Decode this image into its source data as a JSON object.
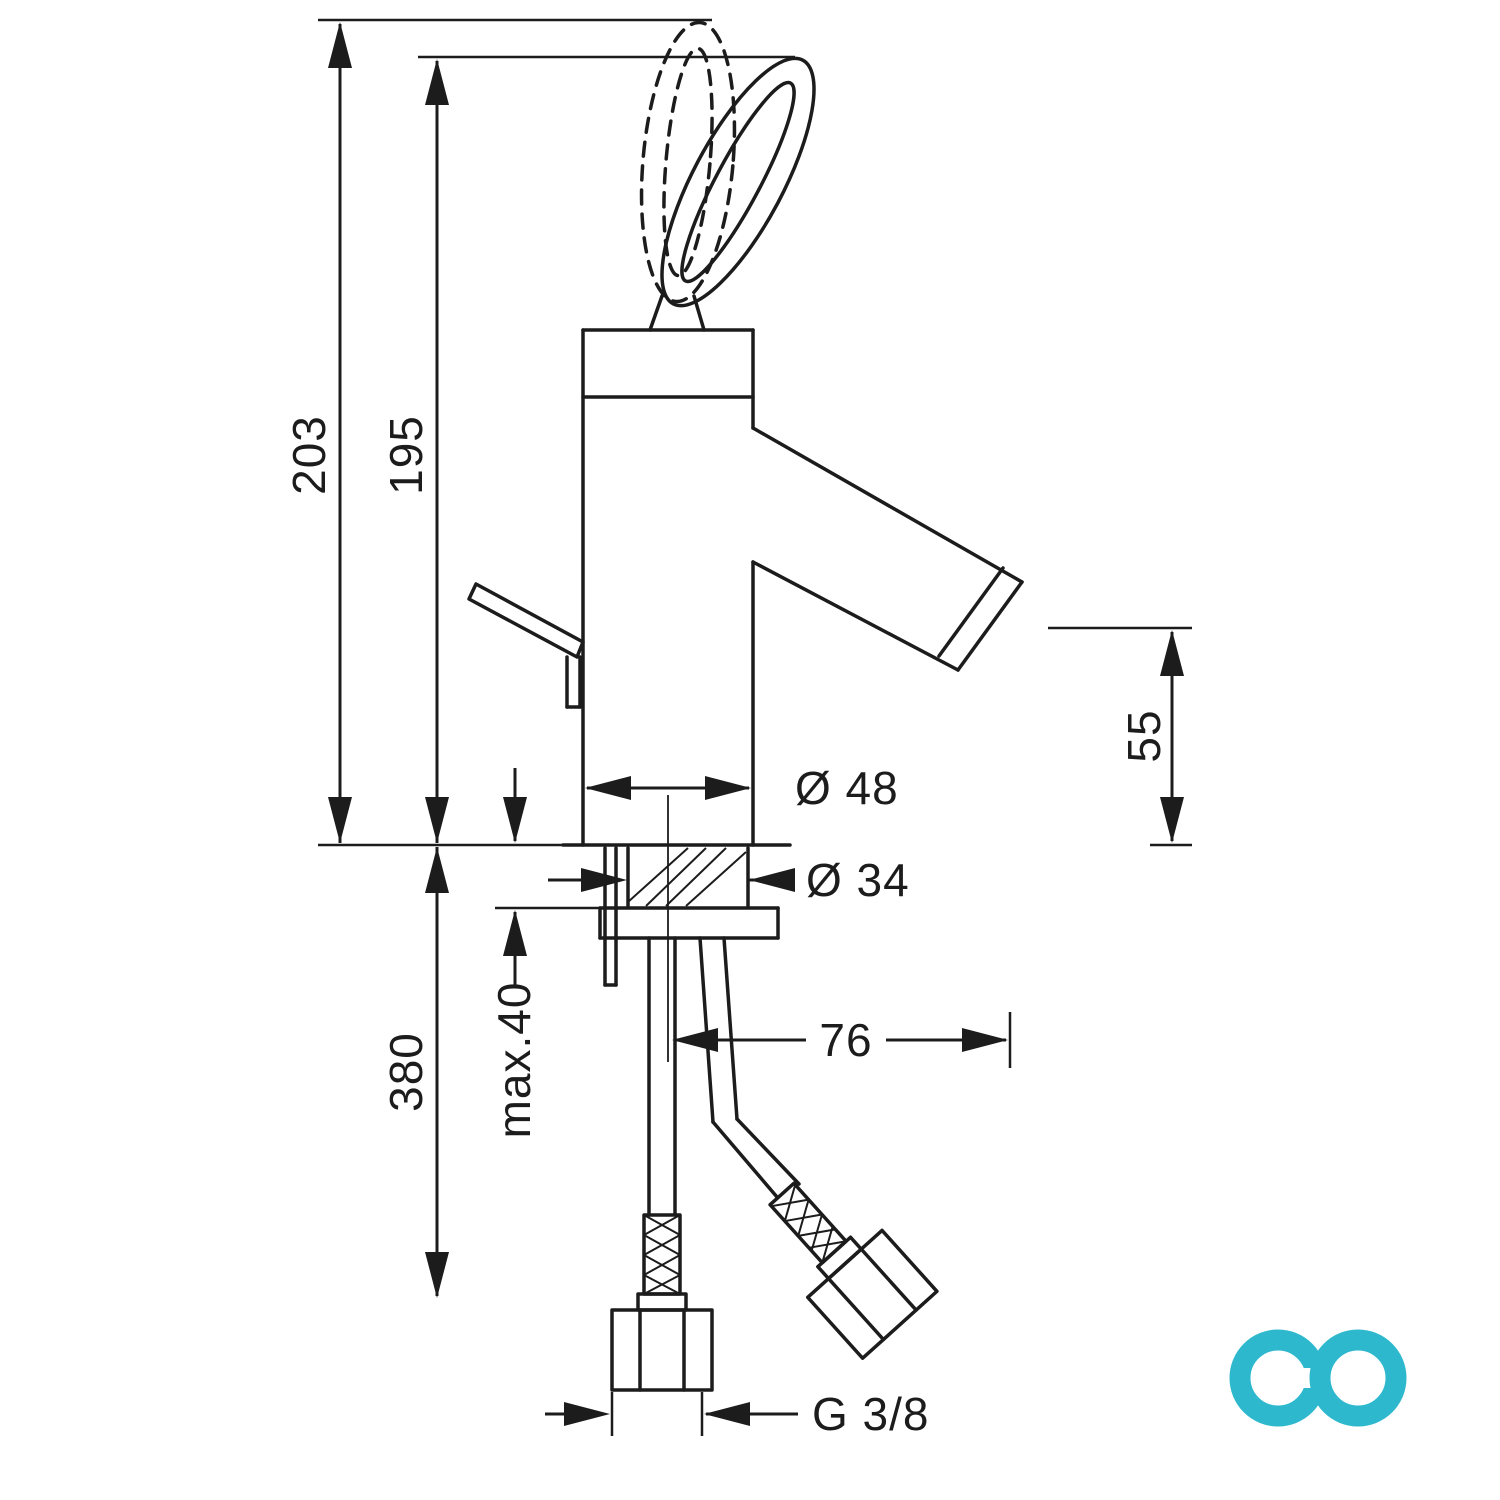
{
  "diagram": {
    "type": "faucet-installation-dimension-drawing",
    "dimensions": {
      "height_total": "203",
      "height_body": "195",
      "spout_height": "55",
      "body_diameter": "Ø 48",
      "hole_diameter": "Ø 34",
      "max_deck_thickness": "max.40",
      "hose_reach": "380",
      "hose_offset": "76",
      "thread_size": "G 3/8"
    },
    "logo": {
      "color_left": "#2db8ce",
      "color_right": "#2db8ce"
    }
  }
}
